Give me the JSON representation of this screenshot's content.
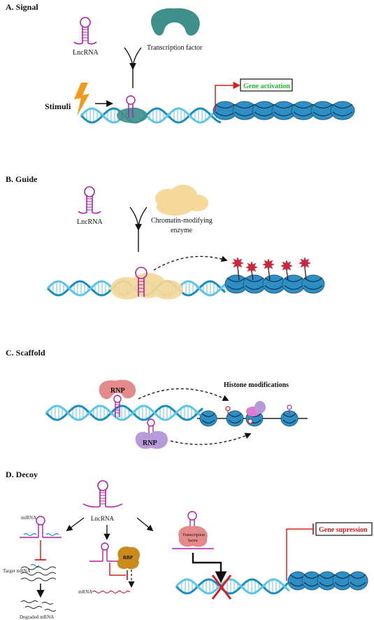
{
  "panels": {
    "a": {
      "heading": "A. Signal",
      "lncrna_label": "LncRNA",
      "tf_label": "Transcription factor",
      "stimuli_label": "Stimuli",
      "outcome_label": "Gene activation"
    },
    "b": {
      "heading": "B. Guide",
      "lncrna_label": "LncRNA",
      "enzyme_label_line1": "Chromatin-modifying",
      "enzyme_label_line2": "enzyme"
    },
    "c": {
      "heading": "C. Scaffold",
      "rnp_label_top": "RNP",
      "rnp_label_bottom": "RNP",
      "histone_label": "Histone modifications"
    },
    "d": {
      "heading": "D. Decoy",
      "lncrna_label": "LncRNA",
      "mirna_label": "miRNA",
      "target_mrna_label": "Target mRNA",
      "degraded_label": "Degraded mRNA",
      "rbp_label": "RBP",
      "mrna_label": "mRNA",
      "tf_label_line1": "Transcription",
      "tf_label_line2": "factor",
      "outcome_label": "Gene supression"
    }
  },
  "colors": {
    "dna_dark": "#1a8fbf",
    "dna_light": "#5cc4e8",
    "lncrna": "#b01eb0",
    "tf_teal": "#3f8f8a",
    "enzyme": "#f5d89a",
    "rnp_red": "#e58a8a",
    "rnp_purple": "#b79ad8",
    "nucleosome": "#2f8fc4",
    "star": "#c8283a",
    "inhibit_red": "#d62020",
    "activation_green": "#1fbf2f",
    "rbp": "#c98a1a"
  }
}
